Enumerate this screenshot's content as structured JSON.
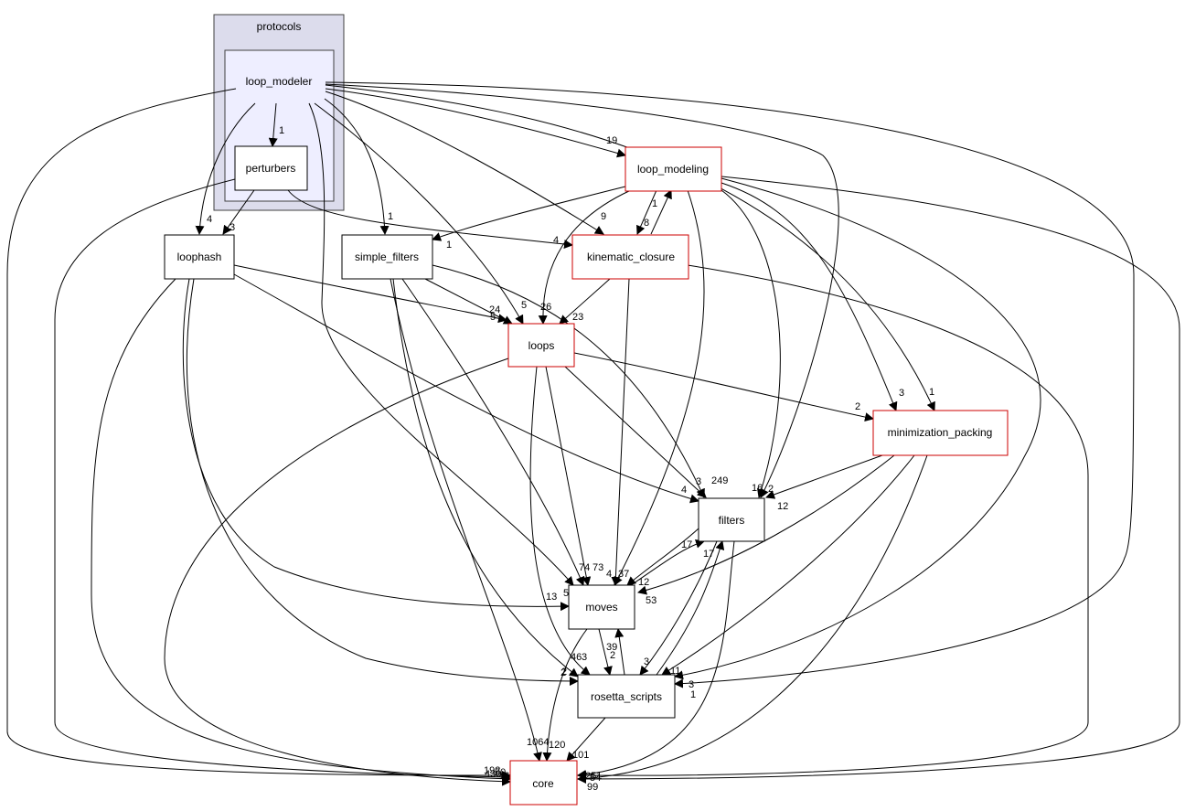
{
  "clusters": {
    "protocols": "protocols",
    "loop_modeler": "loop_modeler"
  },
  "nodes": {
    "loop_modeler": "loop_modeler",
    "perturbers": "perturbers",
    "loophash": "loophash",
    "simple_filters": "simple_filters",
    "loop_modeling": "loop_modeling",
    "kinematic_closure": "kinematic_closure",
    "loops": "loops",
    "minimization_packing": "minimization_packing",
    "filters": "filters",
    "moves": "moves",
    "rosetta_scripts": "rosetta_scripts",
    "core": "core"
  },
  "colors": {
    "outer_cluster_fill": "#dcdcec",
    "inner_cluster_fill": "#eeeeff",
    "cluster_border": "#404040",
    "red_border": "#cc0000",
    "black_border": "#000000"
  },
  "edge_labels": {
    "lm_perturbers": "1",
    "lm_loop_modeling": "19",
    "lm_loophash": "4",
    "lm_simple_filters": "1",
    "lm_kinematic_closure": "9",
    "lm_loops": "5",
    "lm_minimization": "1",
    "lm_filters": "2",
    "lm_moves": "5",
    "lm_rosetta": "3",
    "pert_loophash": "3",
    "pert_kc": "4",
    "lmod_kc": "8",
    "kc_lmod": "1",
    "lmod_sf": "1",
    "lmod_loops": "26",
    "lmod_min": "3",
    "lmod_filters": "16",
    "lmod_moves": "37",
    "lmod_rosetta": "11",
    "kc_loops": "23",
    "kc_moves": "4",
    "lh_loops": "5",
    "lh_filters": "4",
    "lh_moves": "13",
    "lh_rosetta": "2",
    "sf_loops": "24",
    "sf_filters": "249",
    "sf_moves": "74",
    "sf_rosetta": "46",
    "sf_core": "1064",
    "loops_min": "2",
    "loops_filters": "3",
    "loops_moves": "73",
    "loops_rosetta": "3",
    "min_filters": "12",
    "min_moves": "53",
    "filters_moves": "12",
    "moves_filters": "17",
    "rosetta_filters": "17",
    "moves_rosetta": "39",
    "rosetta_moves": "2",
    "rosetta_core": "101",
    "moves_core": "120",
    "loops_core": "2",
    "core_left_1": "192",
    "core_left_2": "430",
    "core_left_3": "50",
    "core_left_4": "16",
    "core_right_1": "251",
    "core_right_2": "54",
    "core_right_3": "99",
    "filters_rosetta": "1"
  }
}
